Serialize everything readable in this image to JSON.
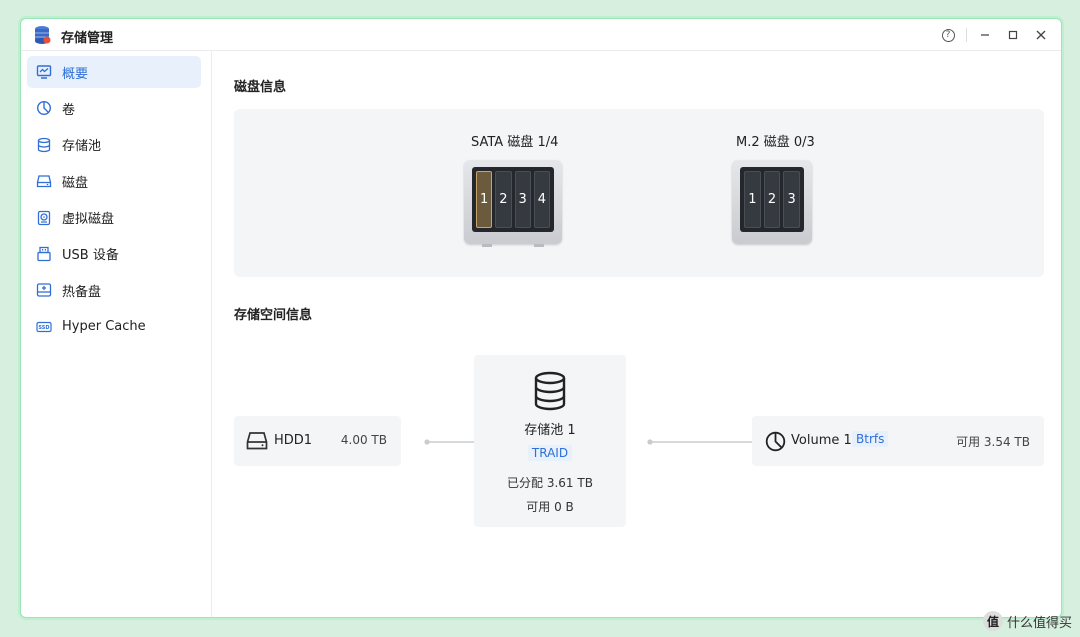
{
  "window": {
    "title": "存储管理",
    "icons": {
      "app": "storage-app-icon",
      "help": "help-icon",
      "minimize": "minimize-icon",
      "maximize": "maximize-icon",
      "close": "close-icon"
    },
    "help_glyph": "?"
  },
  "sidebar": {
    "items": [
      {
        "label": "概要",
        "icon": "overview-icon",
        "active": true
      },
      {
        "label": "卷",
        "icon": "volume-icon",
        "active": false
      },
      {
        "label": "存储池",
        "icon": "database-icon",
        "active": false
      },
      {
        "label": "磁盘",
        "icon": "disk-icon",
        "active": false
      },
      {
        "label": "虚拟磁盘",
        "icon": "virtual-disk-icon",
        "active": false
      },
      {
        "label": "USB 设备",
        "icon": "usb-icon",
        "active": false
      },
      {
        "label": "热备盘",
        "icon": "hot-spare-icon",
        "active": false
      },
      {
        "label": "Hyper Cache",
        "icon": "ssd-cache-icon",
        "active": false
      }
    ],
    "ssd_badge": "SSD"
  },
  "disk_info": {
    "title": "磁盘信息",
    "bays": [
      {
        "label": "SATA 磁盘 1/4",
        "slots": [
          "1",
          "2",
          "3",
          "4"
        ],
        "used_slot": "1"
      },
      {
        "label": "M.2 磁盘 0/3",
        "slots": [
          "1",
          "2",
          "3"
        ],
        "used_slot": ""
      }
    ]
  },
  "storage_info": {
    "title": "存储空间信息",
    "disk": {
      "name": "HDD1",
      "size": "4.00 TB",
      "icon": "hdd-icon"
    },
    "pool": {
      "name": "存储池 1",
      "raid": "TRAID",
      "allocated": "已分配 3.61 TB",
      "available": "可用 0 B",
      "icon": "database-icon"
    },
    "volume": {
      "name": "Volume 1",
      "fs": "Btrfs",
      "available": "可用 3.54 TB",
      "icon": "volume-icon"
    }
  },
  "watermark": {
    "text": "什么值得买",
    "logo": "值"
  },
  "colors": {
    "accent": "#2f6fd6",
    "active_bg": "#e8f0fb",
    "frame": "#9fe3b8"
  }
}
